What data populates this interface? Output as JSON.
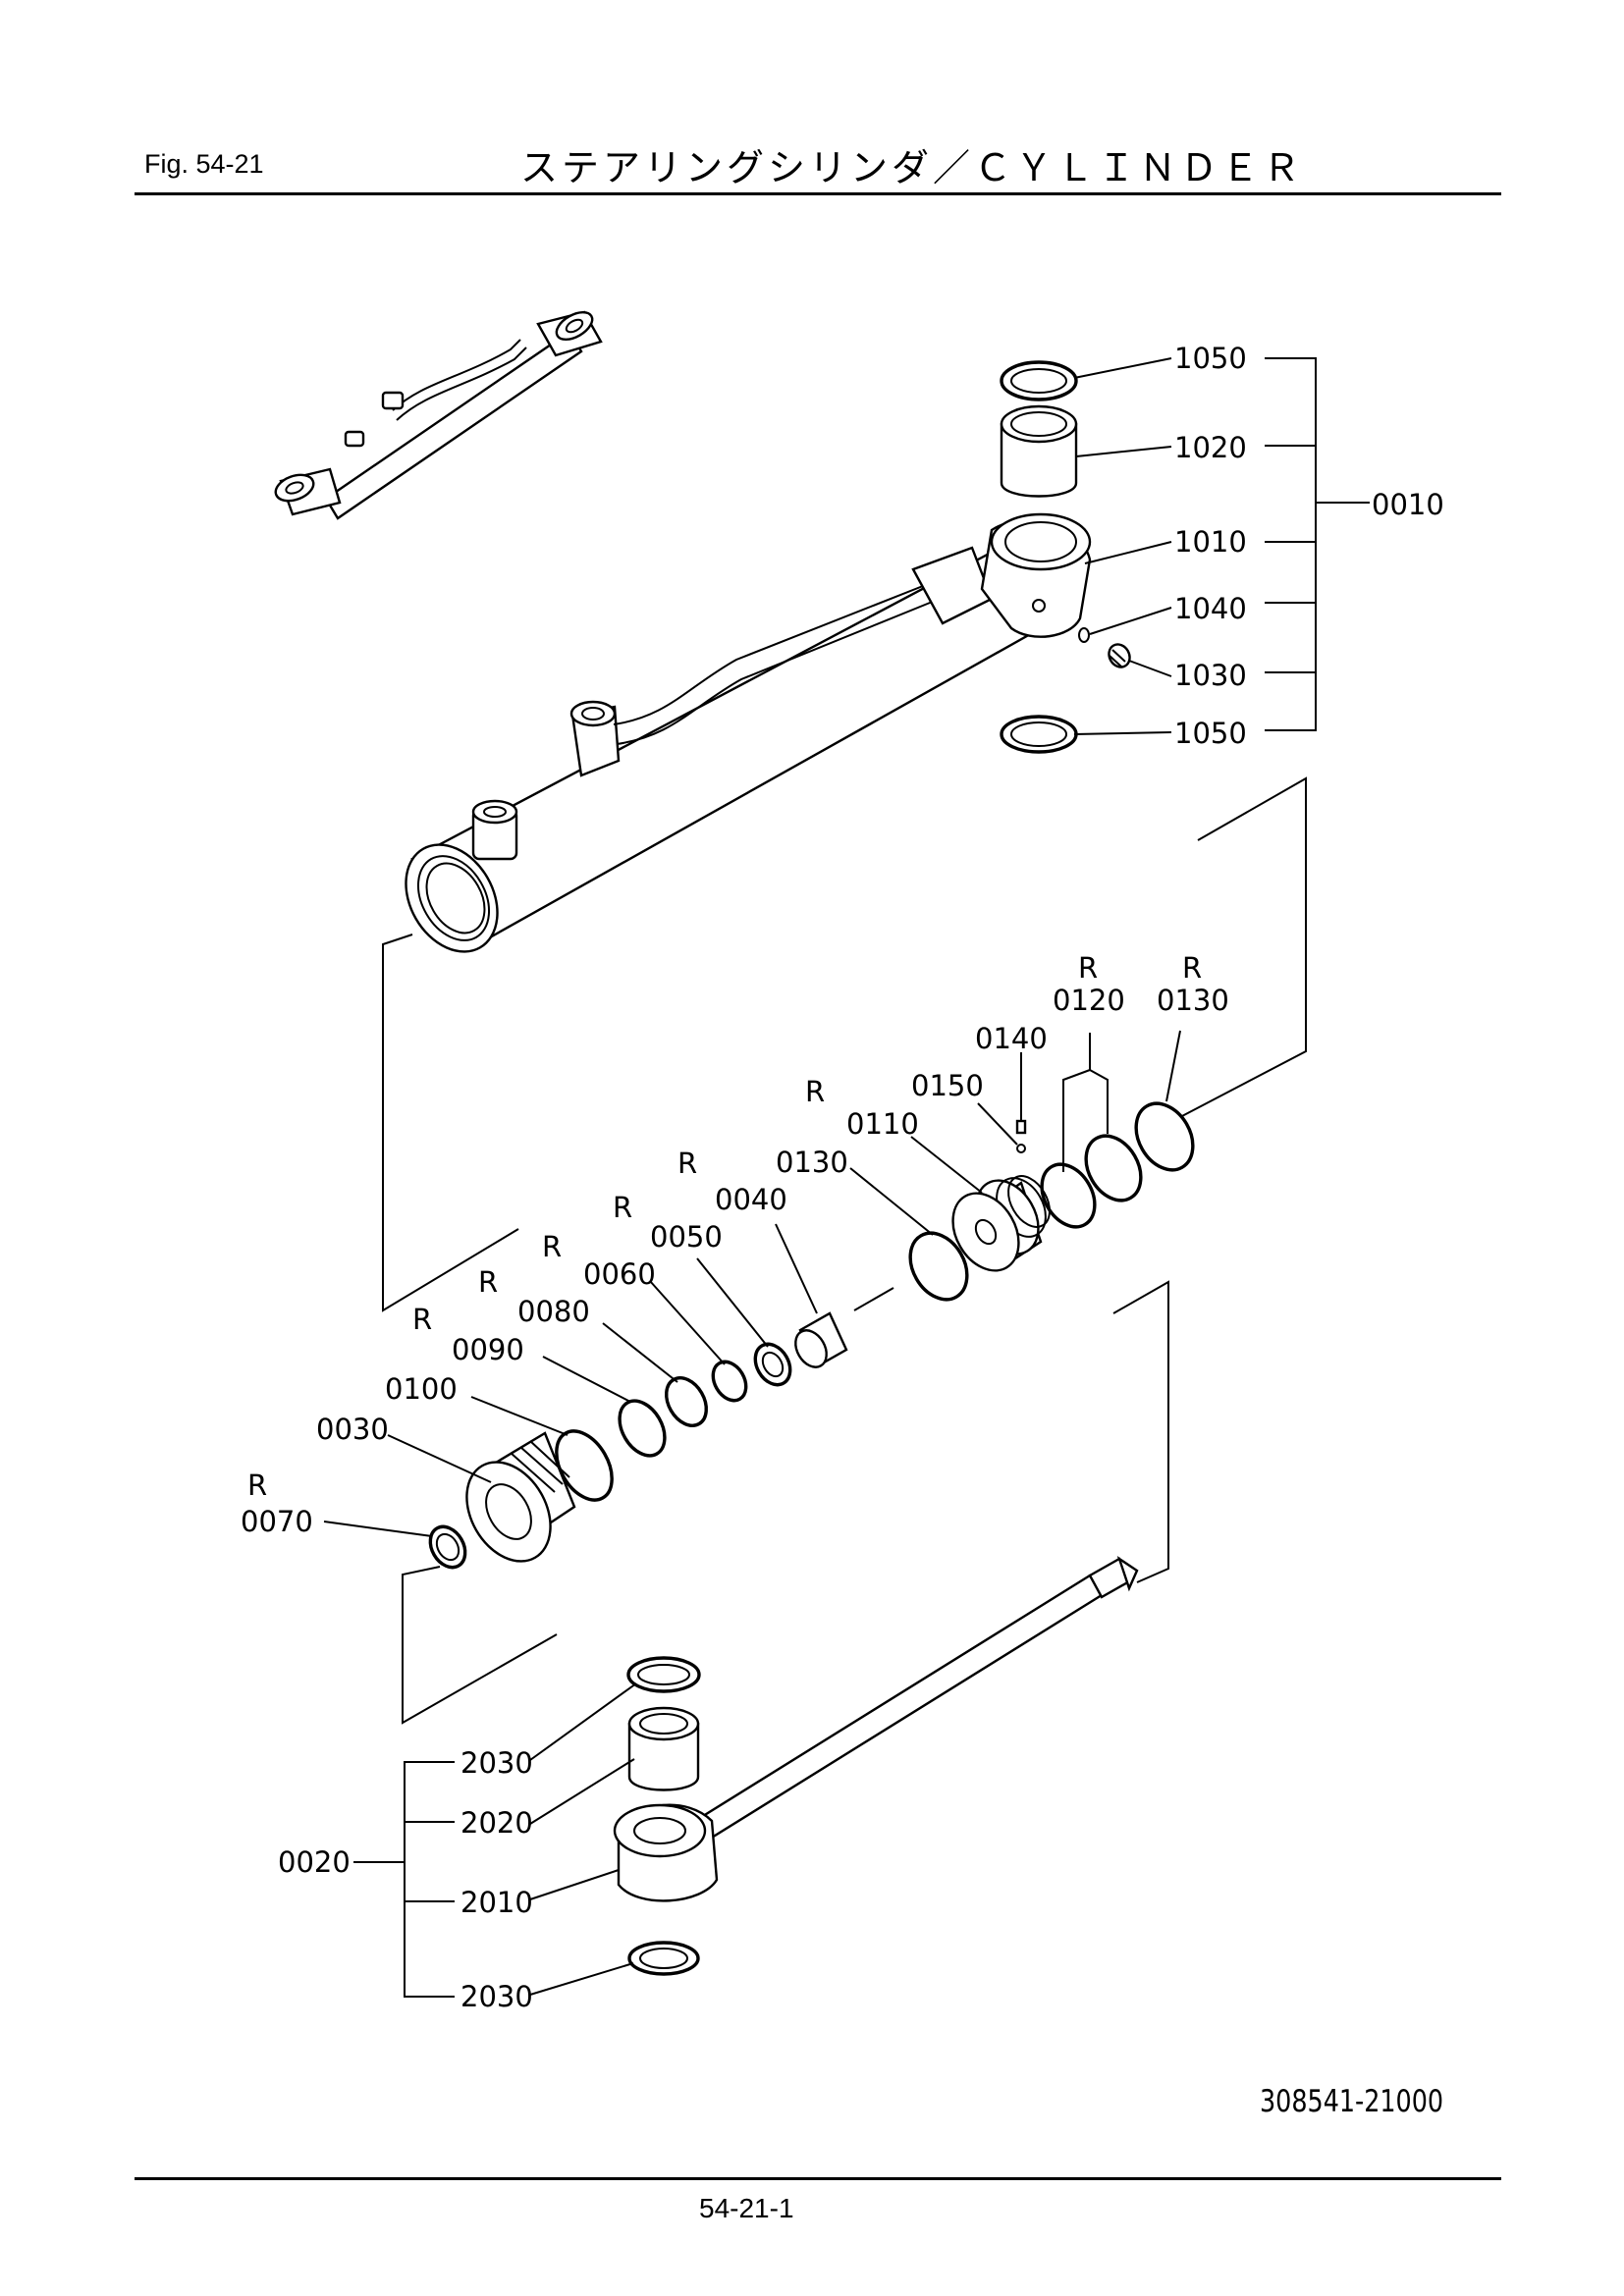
{
  "header": {
    "fig_label": "Fig. 54-21",
    "title": "ステアリングシリンダ／ＣＹＬＩＮＤＥＲ"
  },
  "footer": {
    "document_number": "308541-21000",
    "page_number": "54-21-1"
  },
  "labels": {
    "p1050a": "1050",
    "p1020": "1020",
    "p0010": "0010",
    "p1010": "1010",
    "p1040": "1040",
    "p1030": "1030",
    "p1050b": "1050",
    "r0120": "R",
    "p0120": "0120",
    "r0130a": "R",
    "p0130a": "0130",
    "p0140": "0140",
    "p0150": "0150",
    "r0110": "R",
    "p0110": "0110",
    "p0130b": "0130",
    "r0040": "R",
    "p0040": "0040",
    "r0050": "R",
    "p0050": "0050",
    "r0060": "R",
    "p0060": "0060",
    "r0080": "R",
    "p0080": "0080",
    "r0090": "R",
    "p0090": "0090",
    "p0100": "0100",
    "p0030": "0030",
    "r0070": "R",
    "p0070": "0070",
    "p2030a": "2030",
    "p2020": "2020",
    "p0020": "0020",
    "p2010": "2010",
    "p2030b": "2030"
  }
}
